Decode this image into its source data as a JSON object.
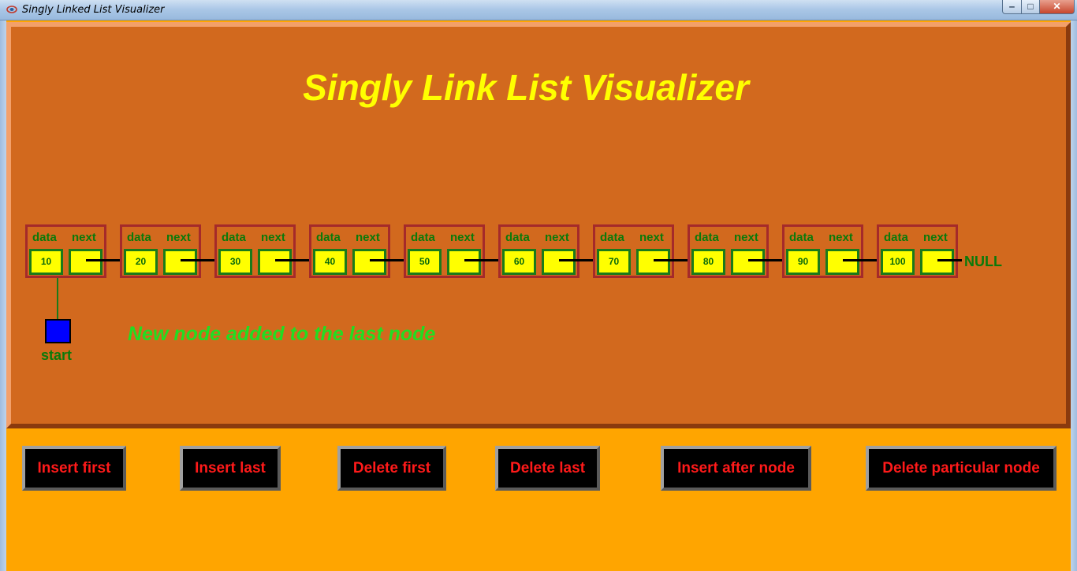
{
  "window": {
    "title": "Singly Linked List Visualizer",
    "controls": {
      "minimize": "‒",
      "maximize": "□",
      "close": "✕"
    }
  },
  "canvas": {
    "title": "Singly Link List Visualizer",
    "labels": {
      "data": "data",
      "next": "next",
      "null": "NULL",
      "start": "start"
    },
    "nodes": [
      {
        "value": "10"
      },
      {
        "value": "20"
      },
      {
        "value": "30"
      },
      {
        "value": "40"
      },
      {
        "value": "50"
      },
      {
        "value": "60"
      },
      {
        "value": "70"
      },
      {
        "value": "80"
      },
      {
        "value": "90"
      },
      {
        "value": "100"
      }
    ],
    "status_message": "New node added to the last node"
  },
  "controls": {
    "insert_first": "Insert first",
    "insert_last": "Insert last",
    "delete_first": "Delete first",
    "delete_last": "Delete last",
    "insert_after_node": "Insert after node",
    "delete_particular_node": "Delete particular node"
  },
  "colors": {
    "canvas_bg": "#d2691e",
    "controls_bg": "#ffa500",
    "title_text": "#ffff00",
    "node_border": "#a52a2a",
    "box_fill": "#ffff00",
    "label_green": "#0a7a0a",
    "status_green": "#22dd22",
    "start_box": "#0000ff",
    "button_text": "#ff1a1a"
  }
}
